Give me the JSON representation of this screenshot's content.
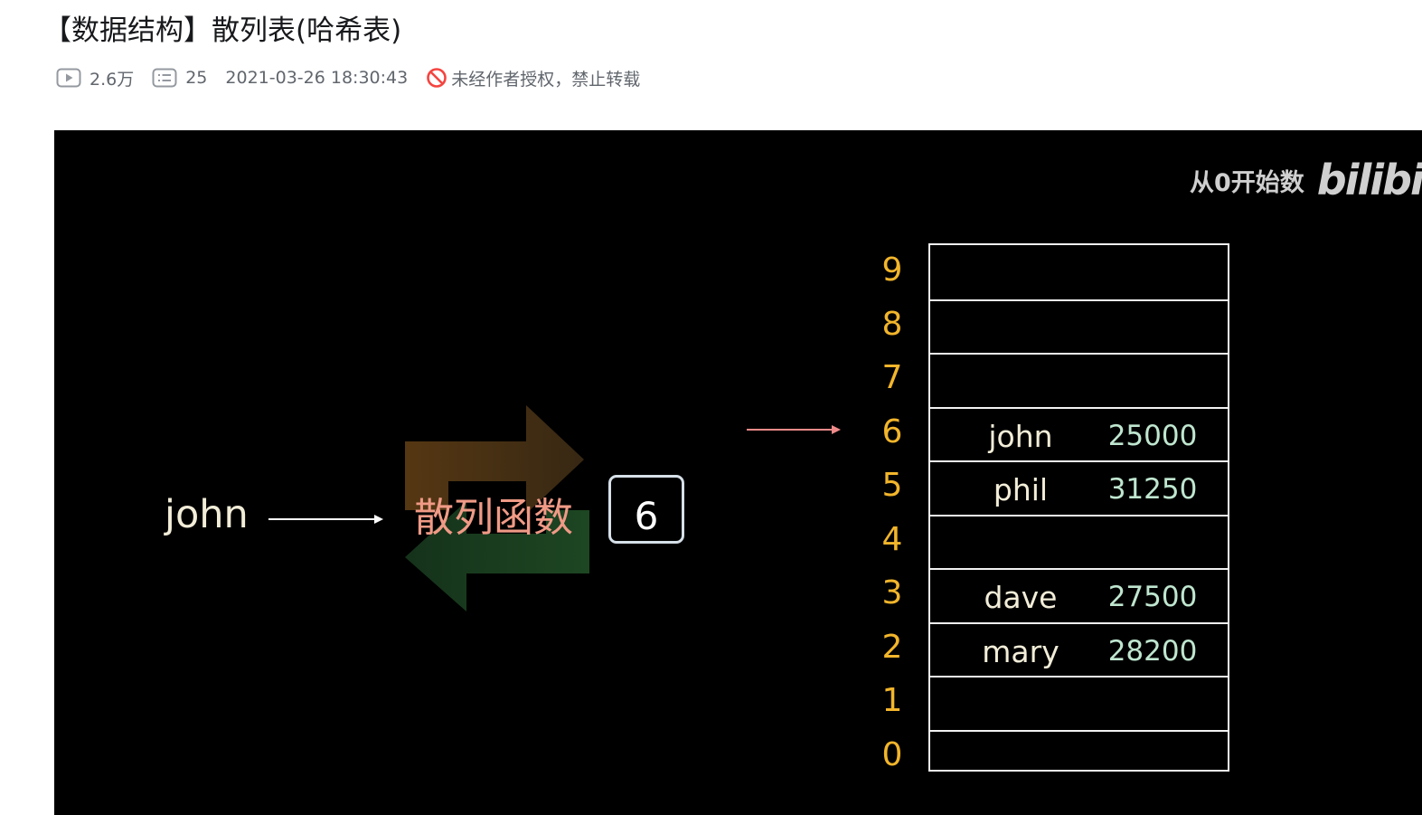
{
  "header": {
    "title": "【数据结构】散列表(哈希表)",
    "views": "2.6万",
    "comments": "25",
    "datetime": "2021-03-26 18:30:43",
    "notice": "未经作者授权，禁止转载"
  },
  "video": {
    "watermark_text": "从0开始数",
    "watermark_logo": "bilibil",
    "key": "john",
    "hash_function_label": "散列函数",
    "result": "6",
    "slots": [
      {
        "index": "9",
        "name": "",
        "value": ""
      },
      {
        "index": "8",
        "name": "",
        "value": ""
      },
      {
        "index": "7",
        "name": "",
        "value": ""
      },
      {
        "index": "6",
        "name": "john",
        "value": "25000"
      },
      {
        "index": "5",
        "name": "phil",
        "value": "31250"
      },
      {
        "index": "4",
        "name": "",
        "value": ""
      },
      {
        "index": "3",
        "name": "dave",
        "value": "27500"
      },
      {
        "index": "2",
        "name": "mary",
        "value": "28200"
      },
      {
        "index": "1",
        "name": "",
        "value": ""
      },
      {
        "index": "0",
        "name": "",
        "value": ""
      }
    ]
  },
  "icons": {
    "views": "play-icon",
    "comments": "danmaku-icon",
    "notice": "no-reprint-icon"
  },
  "colors": {
    "index": "#f2b52b",
    "value": "#bfe6cf",
    "hash_label": "#f09a86",
    "notice_icon": "#f5443f"
  }
}
